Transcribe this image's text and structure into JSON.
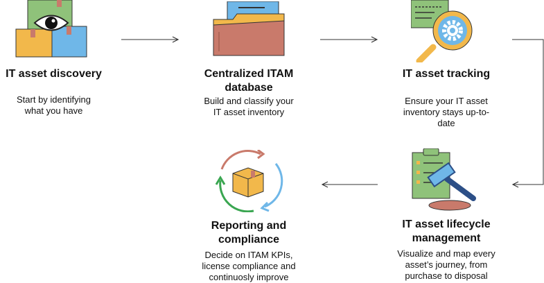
{
  "steps": [
    {
      "title": "IT asset discovery",
      "description": "Start by identifying what you have",
      "icon": "boxes-with-eye-icon"
    },
    {
      "title": "Centralized ITAM database",
      "description": "Build and classify your IT asset inventory",
      "icon": "folder-icon"
    },
    {
      "title": "IT asset tracking",
      "description": "Ensure your  IT asset inventory stays up-to-date",
      "icon": "magnifier-gear-icon"
    },
    {
      "title": "IT asset lifecycle management",
      "description": "Visualize and map every asset’s journey, from purchase to disposal",
      "icon": "clipboard-gavel-icon"
    },
    {
      "title": "Reporting and compliance",
      "description": "Decide on ITAM KPIs, license compliance and continuosly improve",
      "icon": "box-cycle-arrows-icon"
    }
  ],
  "colors": {
    "green": "#8fc27a",
    "yellow": "#f2b84b",
    "blue": "#6fb7e8",
    "brown": "#c97a6b",
    "navy": "#2c4f87",
    "arrow": "#333333"
  }
}
